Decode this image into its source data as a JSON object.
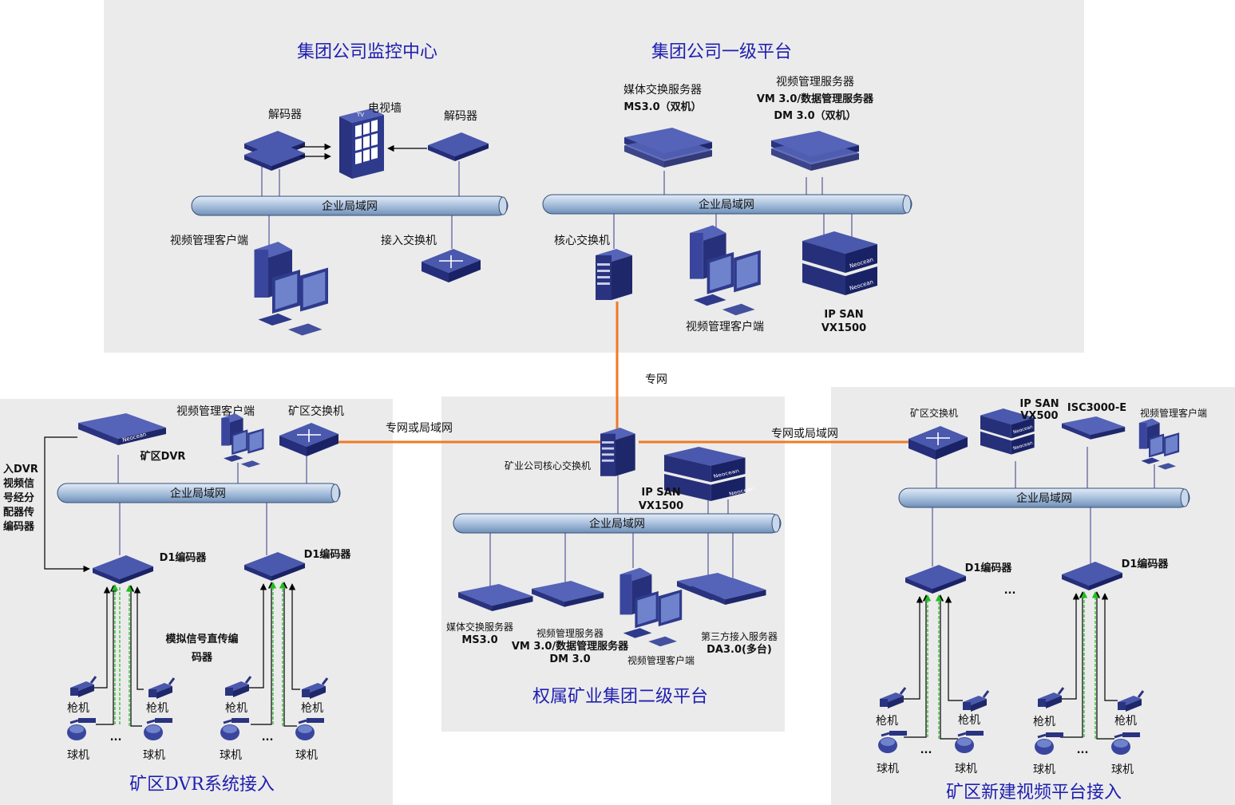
{
  "zones": {
    "top": {
      "left_title": "集团公司监控中心",
      "right_title": "集团公司一级平台"
    },
    "dvr": {
      "title": "矿区DVR系统接入"
    },
    "second": {
      "title": "权属矿业集团二级平台"
    },
    "newbuild": {
      "title": "矿区新建视频平台接入"
    }
  },
  "bus_label": "企业局域网",
  "links": {
    "special_net": "专网",
    "special_or_lan": "专网或局域网"
  },
  "top_left": {
    "decoder": "解码器",
    "tv_wall": "电视墙",
    "tv_text": "TV",
    "client": "视频管理客户端",
    "access_switch": "接入交换机"
  },
  "top_right": {
    "media_server_line1": "媒体交换服务器",
    "media_server_line2": "MS3.0（双机）",
    "vm_server_line1": "视频管理服务器",
    "vm_server_line2": "VM 3.0/数据管理服务器",
    "vm_server_line3": "DM 3.0（双机）",
    "core_switch": "核心交换机",
    "client": "视频管理客户端",
    "ipsan_name": "IP SAN",
    "ipsan_model": "VX1500",
    "neocean": "Neocean"
  },
  "dvr_zone": {
    "dvr": "矿区DVR",
    "client": "视频管理客户端",
    "mine_switch": "矿区交换机",
    "side_note": [
      "入DVR",
      "视频信",
      "号经分",
      "配器传",
      "编码器"
    ],
    "encoder": "D1编码器",
    "analog_note_line1": "模拟信号直传编",
    "analog_note_line2": "码器",
    "gun_camera": "枪机",
    "dome_camera": "球机",
    "ellipsis": "..."
  },
  "second_zone": {
    "core_switch": "矿业公司核心交换机",
    "ipsan_name": "IP SAN",
    "ipsan_model": "VX1500",
    "media_server_line1": "媒体交换服务器",
    "media_server_line2": "MS3.0",
    "vm_line1": "视频管理服务器",
    "vm_line2": "VM 3.0/数据管理服务器",
    "vm_line3": "DM 3.0",
    "client": "视频管理客户端",
    "third_party_line1": "第三方接入服务器",
    "third_party_line2": "DA3.0(多台)"
  },
  "new_zone": {
    "mine_switch": "矿区交换机",
    "ipsan_name": "IP SAN",
    "ipsan_model": "VX500",
    "isc": "ISC3000-E",
    "client": "视频管理客户端",
    "encoder": "D1编码器",
    "gun_camera": "枪机",
    "dome_camera": "球机",
    "ellipsis": "..."
  },
  "colors": {
    "panel": "#ebebeb",
    "device": "#2e3a8c",
    "bus": "#a9c0dd",
    "link": "#ef7a26",
    "title": "#1f1fb0"
  }
}
